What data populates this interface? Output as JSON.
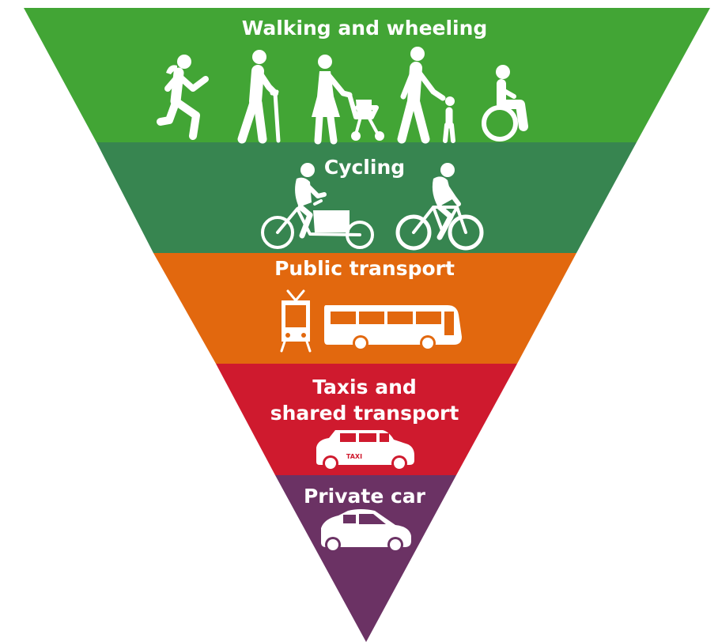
{
  "colors": {
    "walking": "#42a535",
    "cycling": "#378550",
    "public_transport": "#e2680e",
    "taxis": "#cf1a2e",
    "private_car": "#6b3264",
    "icon": "#ffffff"
  },
  "tiers": {
    "walking": {
      "label": "Walking and wheeling",
      "icons": [
        "runner-icon",
        "walking-cane-icon",
        "pushchair-icon",
        "adult-child-icon",
        "wheelchair-icon"
      ]
    },
    "cycling": {
      "label": "Cycling",
      "icons": [
        "cargo-bike-icon",
        "bicycle-icon"
      ]
    },
    "public_transport": {
      "label": "Public transport",
      "icons": [
        "tram-icon",
        "bus-icon"
      ]
    },
    "taxis": {
      "label_line1": "Taxis and",
      "label_line2": "shared transport",
      "icons": [
        "taxi-icon"
      ],
      "taxi_sign": "TAXI"
    },
    "private_car": {
      "label": "Private car",
      "icons": [
        "car-icon"
      ]
    }
  }
}
